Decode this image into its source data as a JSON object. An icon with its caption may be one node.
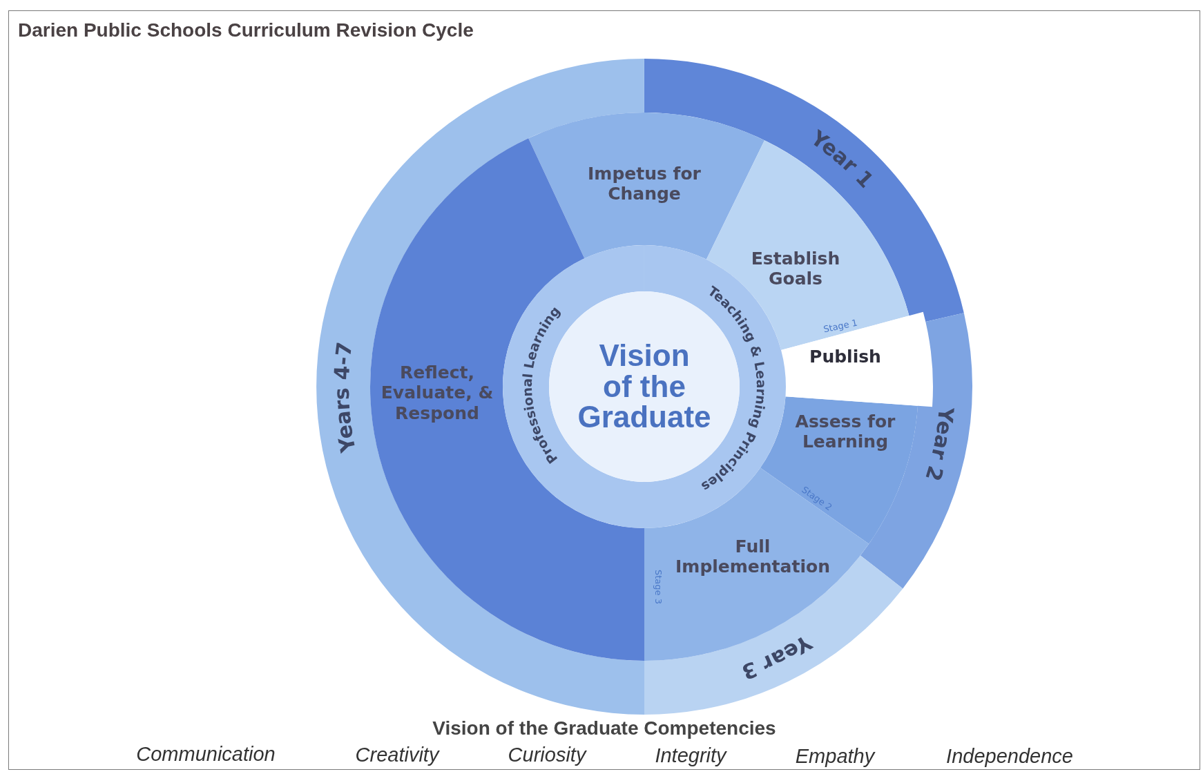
{
  "diagram": {
    "title": "Darien Public Schools Curriculum Revision Cycle",
    "nodes": [
      {
        "text": [
          "Year 1"
        ]
      },
      {
        "text": [
          "Year 2"
        ]
      },
      {
        "text": [
          "Year 3"
        ]
      },
      {
        "text": [
          "Years 4-7"
        ]
      },
      {
        "text": [
          "Impetus for Change"
        ]
      },
      {
        "text": [
          "Establish Goals"
        ]
      },
      {
        "text": [
          "Publish"
        ]
      },
      {
        "text": [
          "Assess for Learning"
        ]
      },
      {
        "text": [
          "Full Implementation"
        ]
      },
      {
        "text": [
          "Reflect, Evaluate, & Respond"
        ]
      },
      {
        "text": [
          "Professional Learning",
          "Teaching & Learning Principles"
        ]
      },
      {
        "text": [
          "Vision of the Graduate"
        ]
      }
    ],
    "labels": [
      "Stage 1",
      "Stage 2",
      "Stage 3",
      "Vision of the Graduate Competencies",
      "Communication",
      "Creativity",
      "Curiosity",
      "Integrity",
      "Empathy",
      "Independence"
    ]
  }
}
